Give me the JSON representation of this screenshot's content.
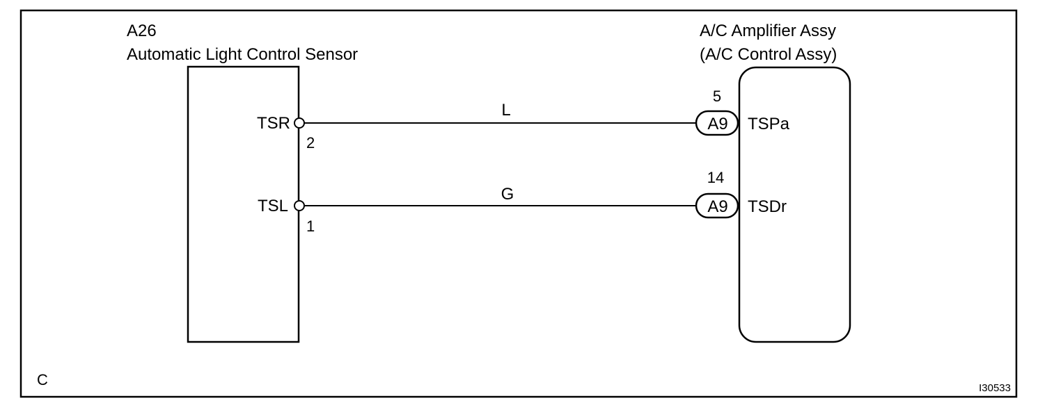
{
  "left_component": {
    "code": "A26",
    "name": "Automatic Light Control Sensor",
    "pins": [
      {
        "name": "TSR",
        "number": "2"
      },
      {
        "name": "TSL",
        "number": "1"
      }
    ]
  },
  "right_component": {
    "name_line1": "A/C Amplifier Assy",
    "name_line2": "(A/C Control Assy)",
    "pins": [
      {
        "name": "TSPa",
        "connector": "A9",
        "number": "5"
      },
      {
        "name": "TSDr",
        "connector": "A9",
        "number": "14"
      }
    ]
  },
  "wires": [
    {
      "color_code": "L"
    },
    {
      "color_code": "G"
    }
  ],
  "corner_label": "C",
  "figure_id": "I30533"
}
